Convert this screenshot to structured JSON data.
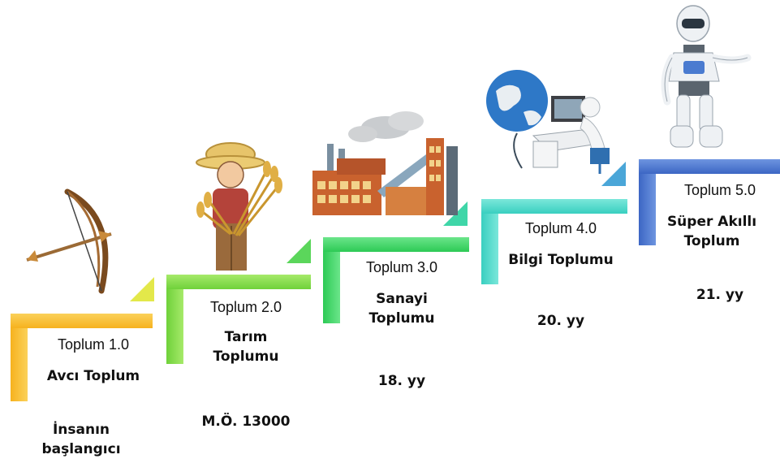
{
  "steps": [
    {
      "name": "Toplum 1.0",
      "title_lines": [
        "Avcı Toplum"
      ],
      "era_lines": [
        "İnsanın",
        "başlangıcı"
      ],
      "color": "#F9C33B",
      "icon": "bow-and-arrow-icon"
    },
    {
      "name": "Toplum 2.0",
      "title_lines": [
        "Tarım",
        "Toplumu"
      ],
      "era_lines": [
        "M.Ö. 13000"
      ],
      "color": "#8BE04E",
      "icon": "farmer-with-wheat-icon"
    },
    {
      "name": "Toplum 3.0",
      "title_lines": [
        "Sanayi",
        "Toplumu"
      ],
      "era_lines": [
        "18. yy"
      ],
      "color": "#45D76E",
      "icon": "factory-icon"
    },
    {
      "name": "Toplum 4.0",
      "title_lines": [
        "Bilgi Toplumu"
      ],
      "era_lines": [
        "20. yy"
      ],
      "color": "#4FDCC8",
      "icon": "globe-and-computer-icon"
    },
    {
      "name": "Toplum 5.0",
      "title_lines": [
        "Süper Akıllı",
        "Toplum"
      ],
      "era_lines": [
        "21. yy"
      ],
      "color": "#4A7BD0",
      "icon": "robot-icon"
    }
  ]
}
